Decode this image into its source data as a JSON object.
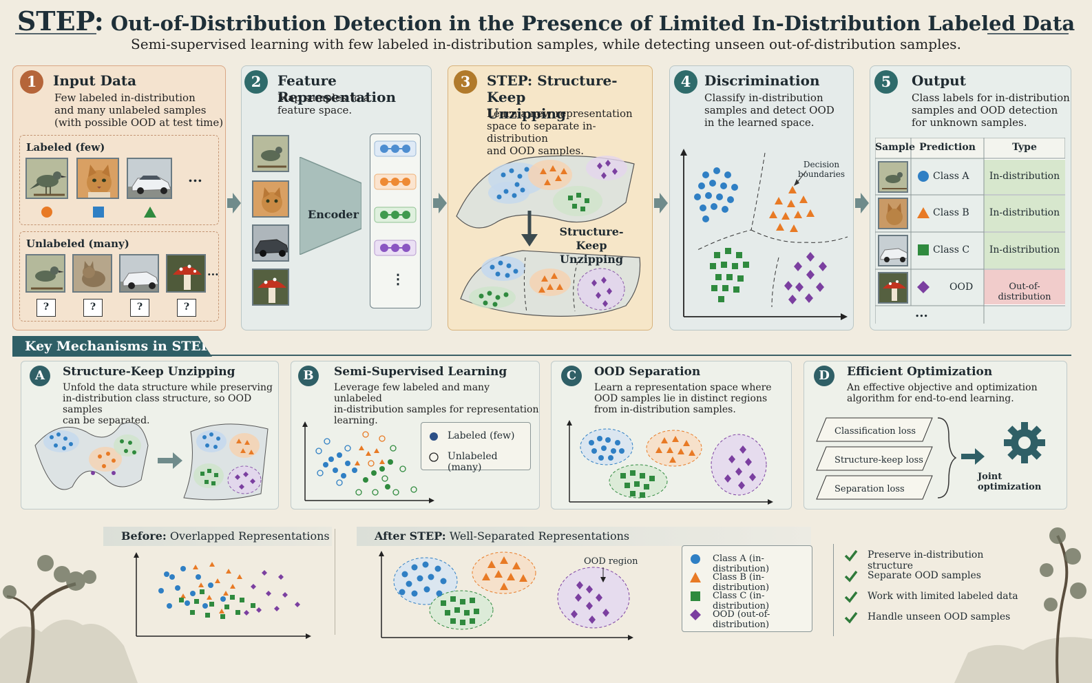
{
  "header": {
    "title_main": "STEP:",
    "title_rest": "Out-of-Distribution Detection in the Presence of Limited In-Distribution Labeled Data",
    "subtitle": "Semi-supervised learning with few labeled in-distribution samples, while detecting unseen out-of-distribution samples."
  },
  "panels": [
    {
      "num": "1",
      "title": "Input Data",
      "desc": [
        "Few labeled in-distribution",
        "and many unlabeled samples",
        "(with possible OOD at test time)"
      ]
    },
    {
      "num": "2",
      "title": "Feature Representation",
      "desc": [
        "Map samples to a",
        "feature space."
      ]
    },
    {
      "num": "3",
      "title": [
        "STEP: Structure-Keep",
        "Unzipping"
      ],
      "desc": [
        "Learn a new representation",
        "space to separate in-distribution",
        "and OOD samples."
      ]
    },
    {
      "num": "4",
      "title": "Discrimination",
      "desc": [
        "Classify in-distribution",
        "samples and detect OOD",
        "in the learned space."
      ]
    },
    {
      "num": "5",
      "title": "Output",
      "desc": [
        "Class labels for in-distribution",
        "samples and OOD detection",
        "for unknown samples."
      ]
    }
  ],
  "input": {
    "labeled_label": "Labeled (few)",
    "unlabeled_label": "Unlabeled (many)",
    "ellipsis": "...",
    "question": "?"
  },
  "feature": {
    "encoder_label": "Encoder",
    "ellipsis": "⋮"
  },
  "step": {
    "unzip_label": [
      "Structure-Keep",
      "Unzipping"
    ]
  },
  "discrimination": {
    "boundary_label": [
      "Decision",
      "boundaries"
    ]
  },
  "output": {
    "headers": [
      "Sample",
      "Prediction",
      "Type"
    ],
    "rows": [
      {
        "prediction": "Class A",
        "type": "In-distribution",
        "shape": "circle",
        "color": "#2f7fc4"
      },
      {
        "prediction": "Class B",
        "type": "In-distribution",
        "shape": "triangle",
        "color": "#e87a25"
      },
      {
        "prediction": "Class C",
        "type": "In-distribution",
        "shape": "square",
        "color": "#2f8a3e"
      },
      {
        "prediction": "OOD",
        "type": "Out-of-distribution",
        "shape": "diamond",
        "color": "#7b3fa0"
      }
    ],
    "more": "..."
  },
  "key_mechanisms": {
    "banner": "Key Mechanisms in STEP",
    "items": [
      {
        "letter": "A",
        "title": "Structure-Keep Unzipping",
        "desc": [
          "Unfold the data structure while preserving",
          "in-distribution class structure, so OOD samples",
          "can be separated."
        ]
      },
      {
        "letter": "B",
        "title": "Semi-Supervised Learning",
        "desc": [
          "Leverage few labeled and many unlabeled",
          "in-distribution samples for representation",
          "learning."
        ]
      },
      {
        "letter": "C",
        "title": "OOD Separation",
        "desc": [
          "Learn a representation space where",
          "OOD samples lie in distinct regions",
          "from in-distribution samples."
        ]
      },
      {
        "letter": "D",
        "title": "Efficient Optimization",
        "desc": [
          "An effective objective and optimization",
          "algorithm for end-to-end learning."
        ]
      }
    ],
    "semi_legend": [
      "Labeled (few)",
      "Unlabeled (many)"
    ],
    "losses": [
      "Classification loss",
      "Structure-keep loss",
      "Separation loss"
    ],
    "joint": "Joint optimization"
  },
  "bottom": {
    "before_bold": "Before:",
    "before_rest": "Overlapped Representations",
    "after_bold": "After STEP:",
    "after_rest": "Well-Separated Representations",
    "ood_region": "OOD region",
    "legend": [
      "Class A (in-distribution)",
      "Class B (in-distribution)",
      "Class C (in-distribution)",
      "OOD (out-of-distribution)"
    ],
    "checks": [
      "Preserve in-distribution structure",
      "Separate OOD samples",
      "Work with limited labeled data",
      "Handle unseen OOD samples"
    ]
  },
  "colors": {
    "classA": "#2f7fc4",
    "classB": "#e87a25",
    "classC": "#2f8a3e",
    "ood": "#7b3fa0",
    "teal": "#2f5f66"
  }
}
